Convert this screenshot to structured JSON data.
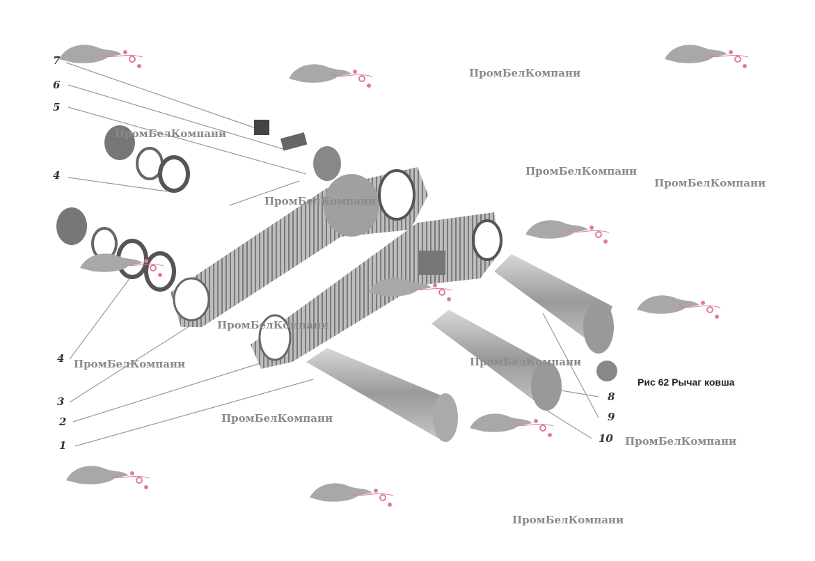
{
  "figure": {
    "caption": "Рис 62 Рычаг ковша",
    "callouts": [
      "7",
      "6",
      "5",
      "4",
      "4",
      "3",
      "2",
      "1",
      "8",
      "9",
      "10"
    ]
  },
  "watermark": {
    "text": "ПромБелКомпани",
    "logo": "panther-logo"
  },
  "colors": {
    "part": "#8f8f8f",
    "dark": "#4a4a4a",
    "watermark_text": "#8a8a8a",
    "logo_accent": "#e07aa0"
  }
}
